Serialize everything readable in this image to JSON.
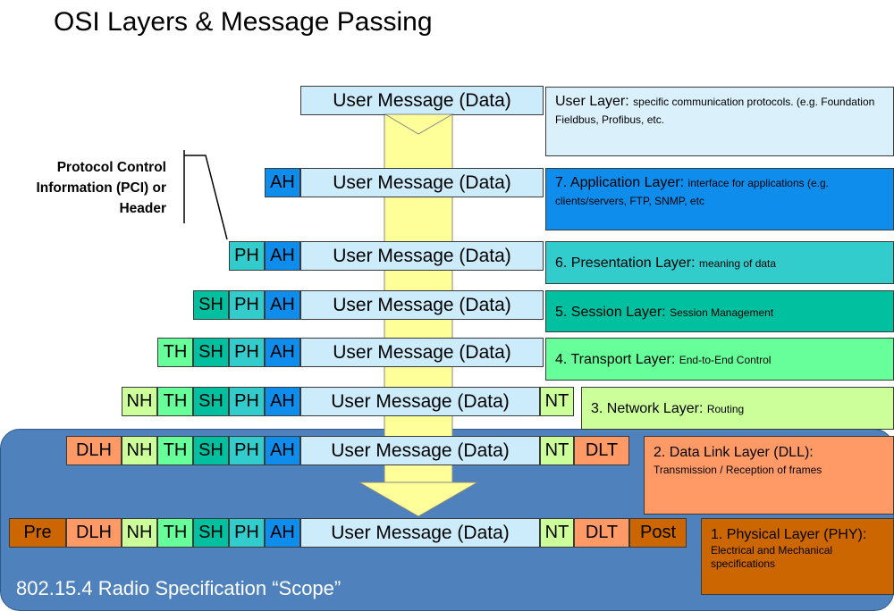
{
  "title": "OSI Layers & Message Passing",
  "pci_label": [
    "Protocol Control",
    "Information (PCI) or",
    "Header"
  ],
  "scope_label": "802.15.4 Radio Specification “Scope”",
  "message": "User Message (Data)",
  "headers": {
    "pre": "Pre",
    "dlh": "DLH",
    "nh": "NH",
    "th": "TH",
    "sh": "SH",
    "ph": "PH",
    "ah": "AH",
    "nt": "NT",
    "dlt": "DLT",
    "post": "Post"
  },
  "layers": [
    {
      "name": "User Layer:",
      "desc": "specific communication protocols. (e.g. Foundation Fieldbus, Profibus, etc."
    },
    {
      "name": "7. Application Layer:",
      "desc": "interface for applications (e.g. clients/servers, FTP, SNMP, etc"
    },
    {
      "name": "6. Presentation Layer:",
      "desc": "meaning of data"
    },
    {
      "name": "5. Session Layer:",
      "desc": "Session Management"
    },
    {
      "name": "4. Transport Layer:",
      "desc": "End-to-End Control"
    },
    {
      "name": "3. Network Layer:",
      "desc": "Routing"
    },
    {
      "name": "2. Data Link Layer (DLL):",
      "desc": "Transmission / Reception of frames"
    },
    {
      "name": "1. Physical Layer (PHY):",
      "desc": "Electrical and Mechanical specifications"
    }
  ],
  "colors": {
    "message": "#ccecfb",
    "user": "#daf0fb",
    "app": "#0e8ded",
    "pres": "#33cccc",
    "sess": "#00c0a0",
    "trans": "#66ff99",
    "net": "#ccff99",
    "dll": "#ff9966",
    "phy": "#cc6600",
    "scope": "#4f81bd",
    "arrow": "#ffff99"
  }
}
